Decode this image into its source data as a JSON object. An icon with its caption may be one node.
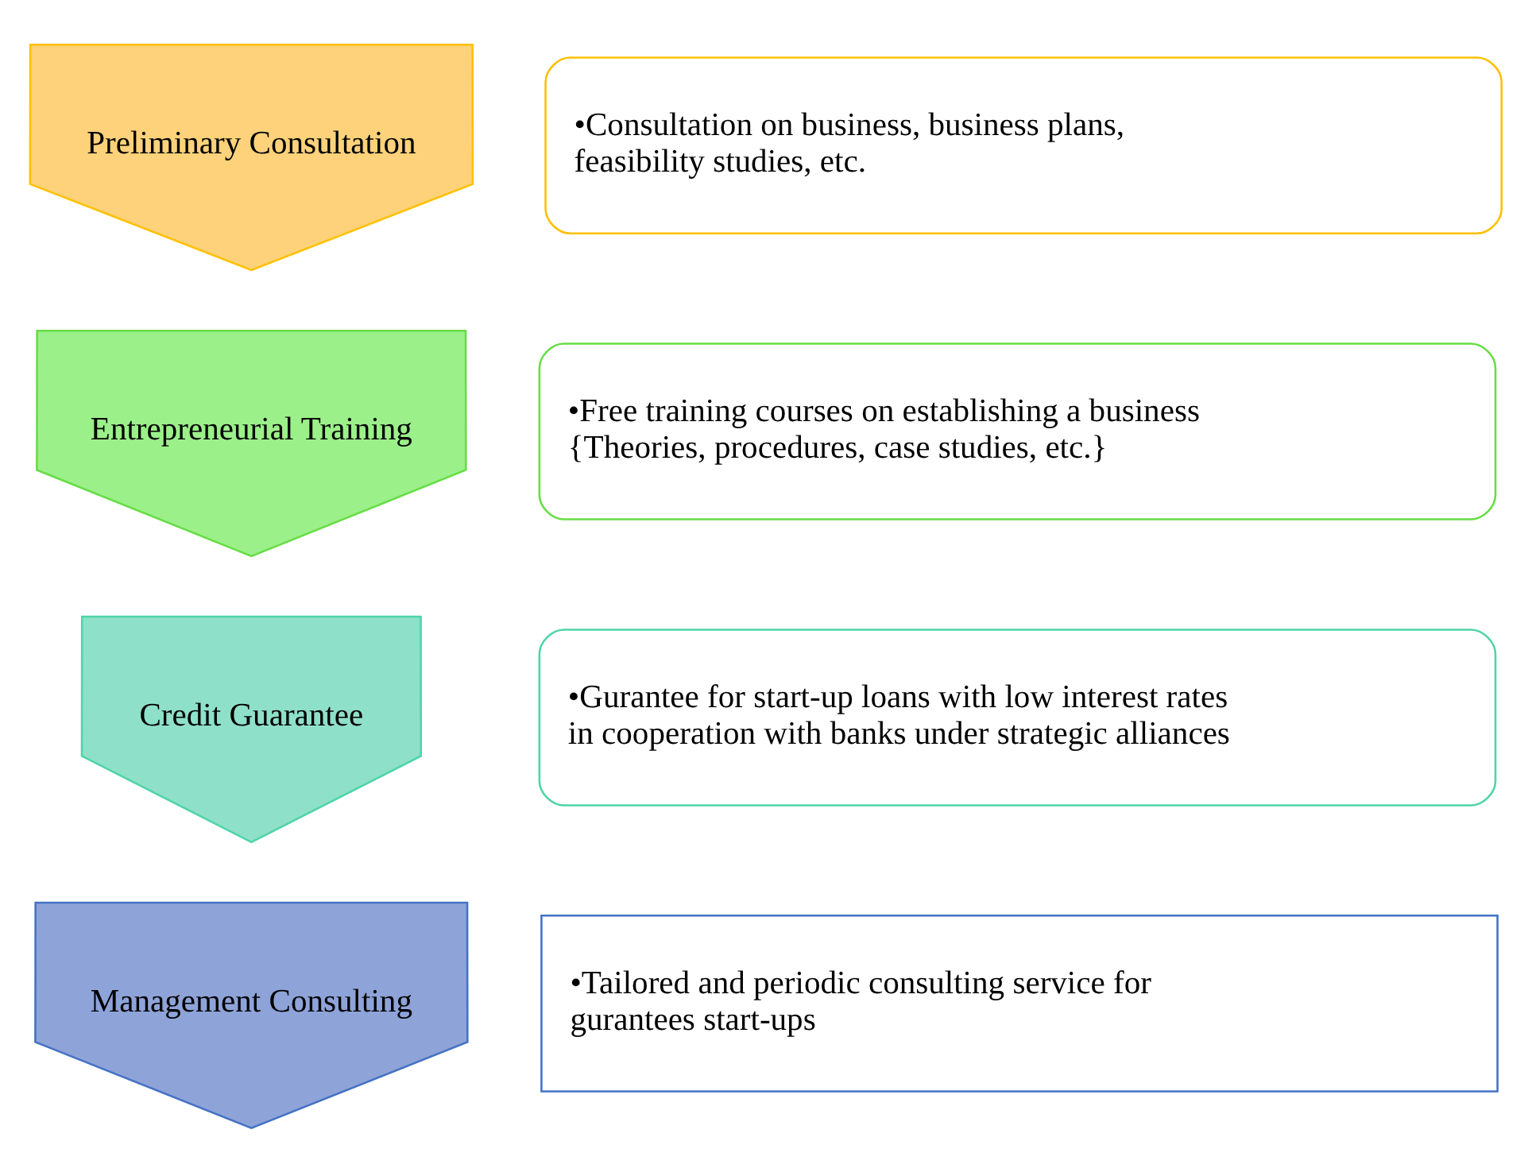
{
  "diagram": {
    "nodes": [
      {
        "text": [
          "Preliminary Consultation"
        ]
      },
      {
        "text": [
          "•Consultation on business, business plans, feasibility studies, etc."
        ]
      },
      {
        "text": [
          "Entrepreneurial Training"
        ]
      },
      {
        "text": [
          "•Free training courses on establishing a business {Theories, procedures, case studies, etc.}"
        ]
      },
      {
        "text": [
          "Credit Guarantee"
        ]
      },
      {
        "text": [
          "•Gurantee for start-up loans with low interest rates in cooperation with banks under strategic alliances"
        ]
      },
      {
        "text": [
          "Management Consulting"
        ]
      },
      {
        "text": [
          "•Tailored and periodic consulting service for gurantees start-ups"
        ]
      }
    ]
  }
}
